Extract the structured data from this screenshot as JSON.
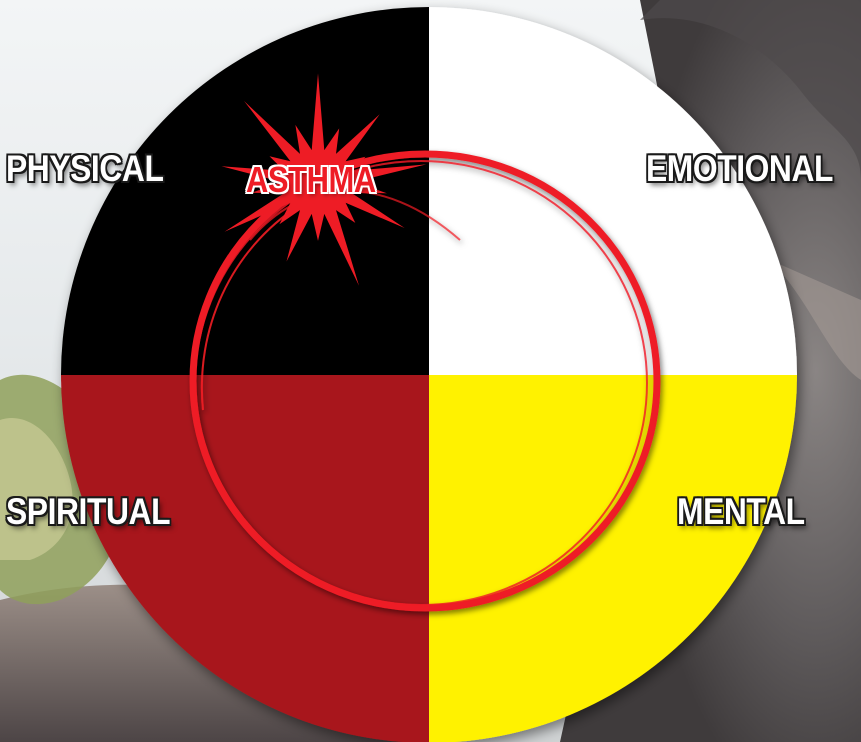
{
  "wheel": {
    "quadrants": [
      {
        "id": "top-left",
        "label": "PHYSICAL",
        "color": "#000000"
      },
      {
        "id": "top-right",
        "label": "EMOTIONAL",
        "color": "#ffffff"
      },
      {
        "id": "bottom-left",
        "label": "SPIRITUAL",
        "color": "#a8161b"
      },
      {
        "id": "bottom-right",
        "label": "MENTAL",
        "color": "#fff200"
      }
    ],
    "ring_color": "#ee1c25"
  },
  "burst": {
    "label": "ASTHMA",
    "color": "#ee1c25"
  },
  "background": {
    "sky_color": "#eef1f3",
    "rock_color": "#6e6a6a",
    "foliage_color": "#8fa05a"
  }
}
